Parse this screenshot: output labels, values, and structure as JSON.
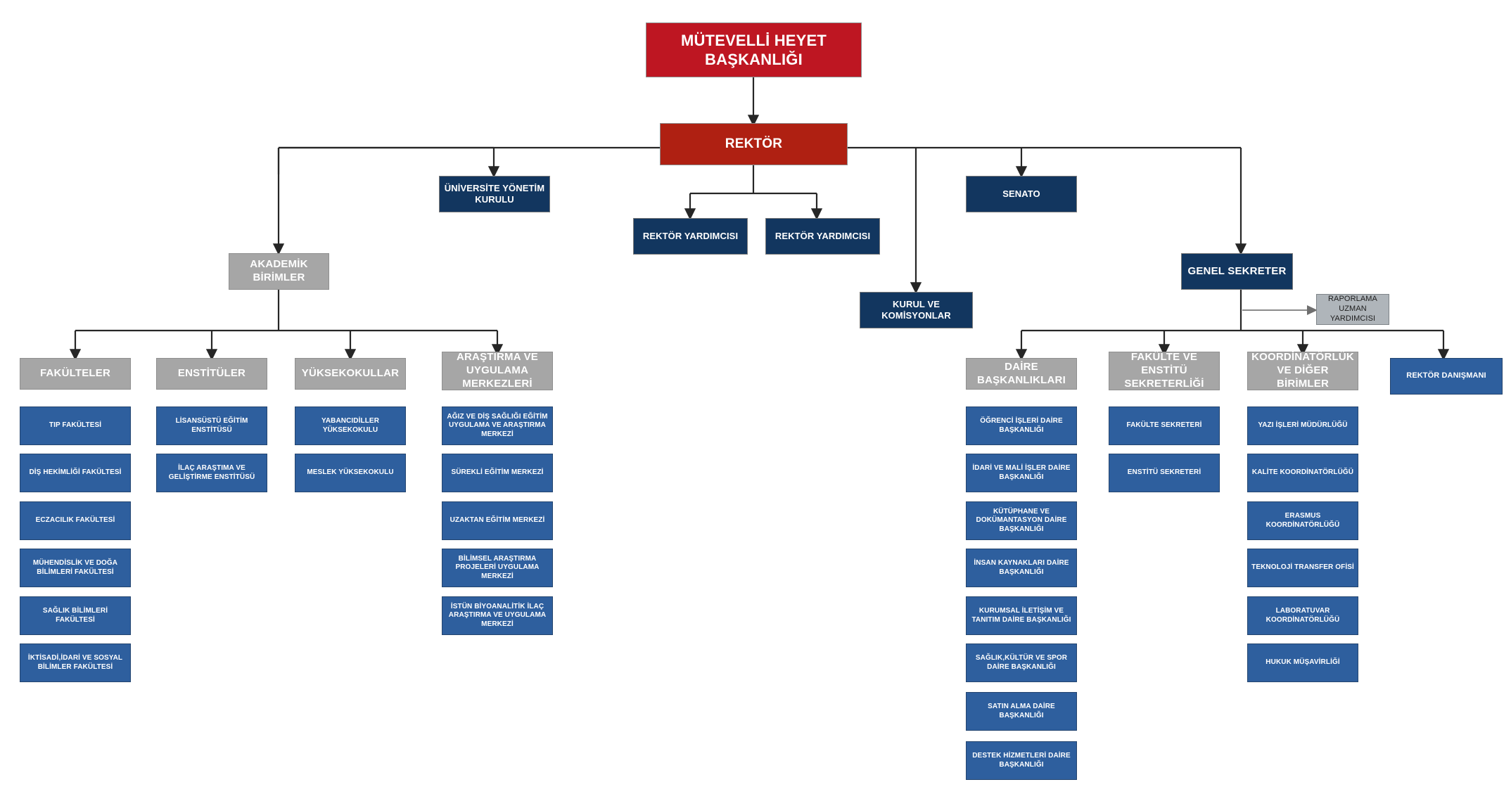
{
  "title": "Üniversite Organizasyon Şeması",
  "colors": {
    "red_top": "#BE1622",
    "red": "#AF2012",
    "navy": "#12365F",
    "gray_header": "#A6A6A6",
    "blue_leaf": "#2E5F9E",
    "gray_small": "#AFB5BA",
    "connector": "#262626",
    "connector_thin": "#8a8a8a"
  },
  "top": {
    "board": "MÜTEVELLİ HEYET BAŞKANLIĞI",
    "rector": "REKTÖR"
  },
  "rector_level": {
    "university_board": "ÜNİVERSİTE YÖNETİM KURULU",
    "vice_rector_1": "REKTÖR YARDIMCISI",
    "vice_rector_2": "REKTÖR YARDIMCISI",
    "senate": "SENATO",
    "committees": "KURUL VE KOMİSYONLAR",
    "academic_units": "AKADEMİK BİRİMLER",
    "general_secretary": "GENEL SEKRETER"
  },
  "general_secretary_staff": {
    "reporting_assistant": "RAPORLAMA UZMAN YARDIMCISI"
  },
  "rector_advisor": "REKTÖR DANIŞMANI",
  "academic_columns": [
    {
      "header": "FAKÜLTELER",
      "items": [
        "TIP FAKÜLTESİ",
        "DİŞ HEKİMLİĞİ FAKÜLTESİ",
        "ECZACILIK FAKÜLTESİ",
        "MÜHENDİSLİK VE DOĞA BİLİMLERİ FAKÜLTESİ",
        "SAĞLIK BİLİMLERİ FAKÜLTESİ",
        "İKTİSADİ,İDARİ VE SOSYAL BİLİMLER FAKÜLTESİ"
      ]
    },
    {
      "header": "ENSTİTÜLER",
      "items": [
        "LİSANSÜSTÜ EĞİTİM ENSTİTÜSÜ",
        "İLAÇ ARAŞTIMA VE GELİŞTİRME ENSTİTÜSÜ"
      ]
    },
    {
      "header": "YÜKSEKOKULLAR",
      "items": [
        "YABANCIDİLLER YÜKSEKOKULU",
        "MESLEK YÜKSEKOKULU"
      ]
    },
    {
      "header": "ARAŞTIRMA VE UYGULAMA MERKEZLERİ",
      "items": [
        "AĞIZ VE DİŞ SAĞLIĞI EĞİTİM UYGULAMA VE ARAŞTIRMA MERKEZİ",
        "SÜREKLİ EĞİTİM MERKEZİ",
        "UZAKTAN EĞİTİM MERKEZİ",
        "BİLİMSEL ARAŞTIRMA PROJELERİ UYGULAMA MERKEZİ",
        "İSTÜN BİYOANALİTİK İLAÇ ARAŞTIRMA VE UYGULAMA MERKEZİ"
      ]
    }
  ],
  "admin_columns": [
    {
      "header": "DAİRE BAŞKANLIKLARI",
      "items": [
        "ÖĞRENCİ İŞLERİ DAİRE BAŞKANLIĞI",
        "İDARİ VE MALİ İŞLER DAİRE BAŞKANLIĞI",
        "KÜTÜPHANE VE DOKÜMANTASYON DAİRE BAŞKANLIĞI",
        "İNSAN KAYNAKLARI DAİRE BAŞKANLIĞI",
        "KURUMSAL İLETİŞİM VE TANITIM DAİRE BAŞKANLIĞI",
        "SAĞLIK,KÜLTÜR VE SPOR DAİRE BAŞKANLIĞI",
        "SATIN ALMA DAİRE BAŞKANLIĞI",
        "DESTEK HİZMETLERİ DAİRE BAŞKANLIĞI"
      ]
    },
    {
      "header": "FAKÜLTE VE ENSTİTÜ SEKRETERLİĞİ",
      "items": [
        "FAKÜLTE SEKRETERİ",
        "ENSTİTÜ SEKRETERİ"
      ]
    },
    {
      "header": "KOORDİNATÖRLÜK VE DİĞER BİRİMLER",
      "items": [
        "YAZI İŞLERİ MÜDÜRLÜĞÜ",
        "KALİTE KOORDİNATÖRLÜĞÜ",
        "ERASMUS KOORDİNATÖRLÜĞÜ",
        "TEKNOLOJİ TRANSFER OFİSİ",
        "LABORATUVAR KOORDİNATÖRLÜĞÜ",
        "HUKUK MÜŞAVİRLİĞİ"
      ]
    }
  ]
}
